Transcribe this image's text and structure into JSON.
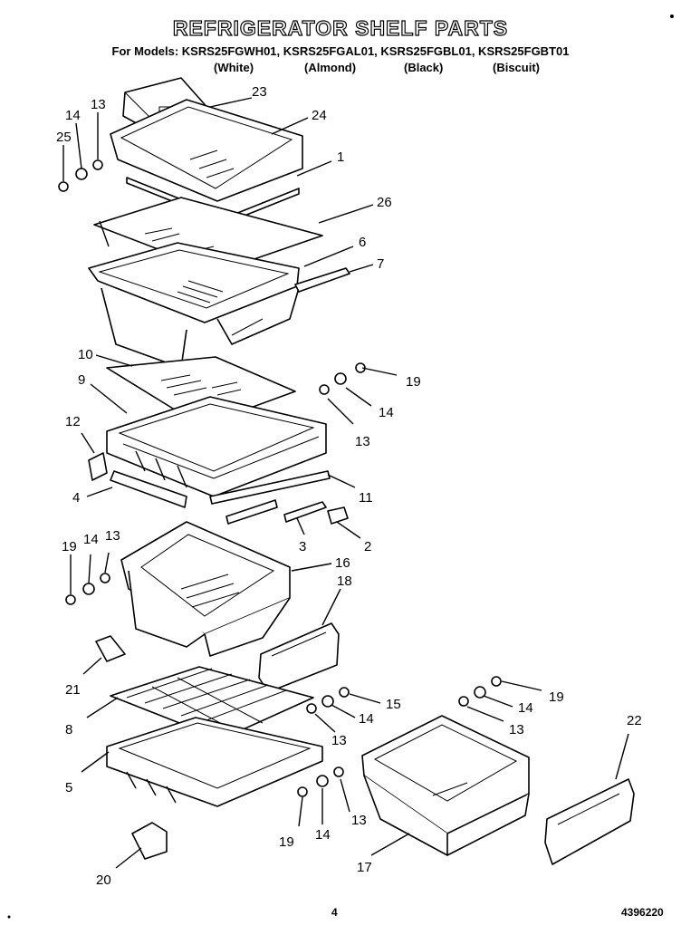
{
  "header": {
    "title": "REFRIGERATOR SHELF PARTS",
    "models_line": "For Models: KSRS25FGWH01, KSRS25FGAL01, KSRS25FGBL01, KSRS25FGBT01",
    "colors": [
      "(White)",
      "(Almond)",
      "(Black)",
      "(Biscuit)"
    ]
  },
  "callouts": {
    "c23": "23",
    "c24": "24",
    "c14a": "14",
    "c13a": "13",
    "c25": "25",
    "c1": "1",
    "c26": "26",
    "c6": "6",
    "c7": "7",
    "c10": "10",
    "c9": "9",
    "c19a": "19",
    "c14b": "14",
    "c13b": "13",
    "c12": "12",
    "c11": "11",
    "c4": "4",
    "c3": "3",
    "c2": "2",
    "c19b": "19",
    "c14c": "14",
    "c13c": "13",
    "c16": "16",
    "c18": "18",
    "c21": "21",
    "c15": "15",
    "c14d": "14",
    "c13d": "13",
    "c19c": "19",
    "c14e": "14",
    "c13e": "13",
    "c22": "22",
    "c8": "8",
    "c5": "5",
    "c19d": "19",
    "c14f": "14",
    "c13f": "13",
    "c17": "17",
    "c20": "20"
  },
  "footer": {
    "page_number": "4",
    "part_number": "4396220"
  }
}
